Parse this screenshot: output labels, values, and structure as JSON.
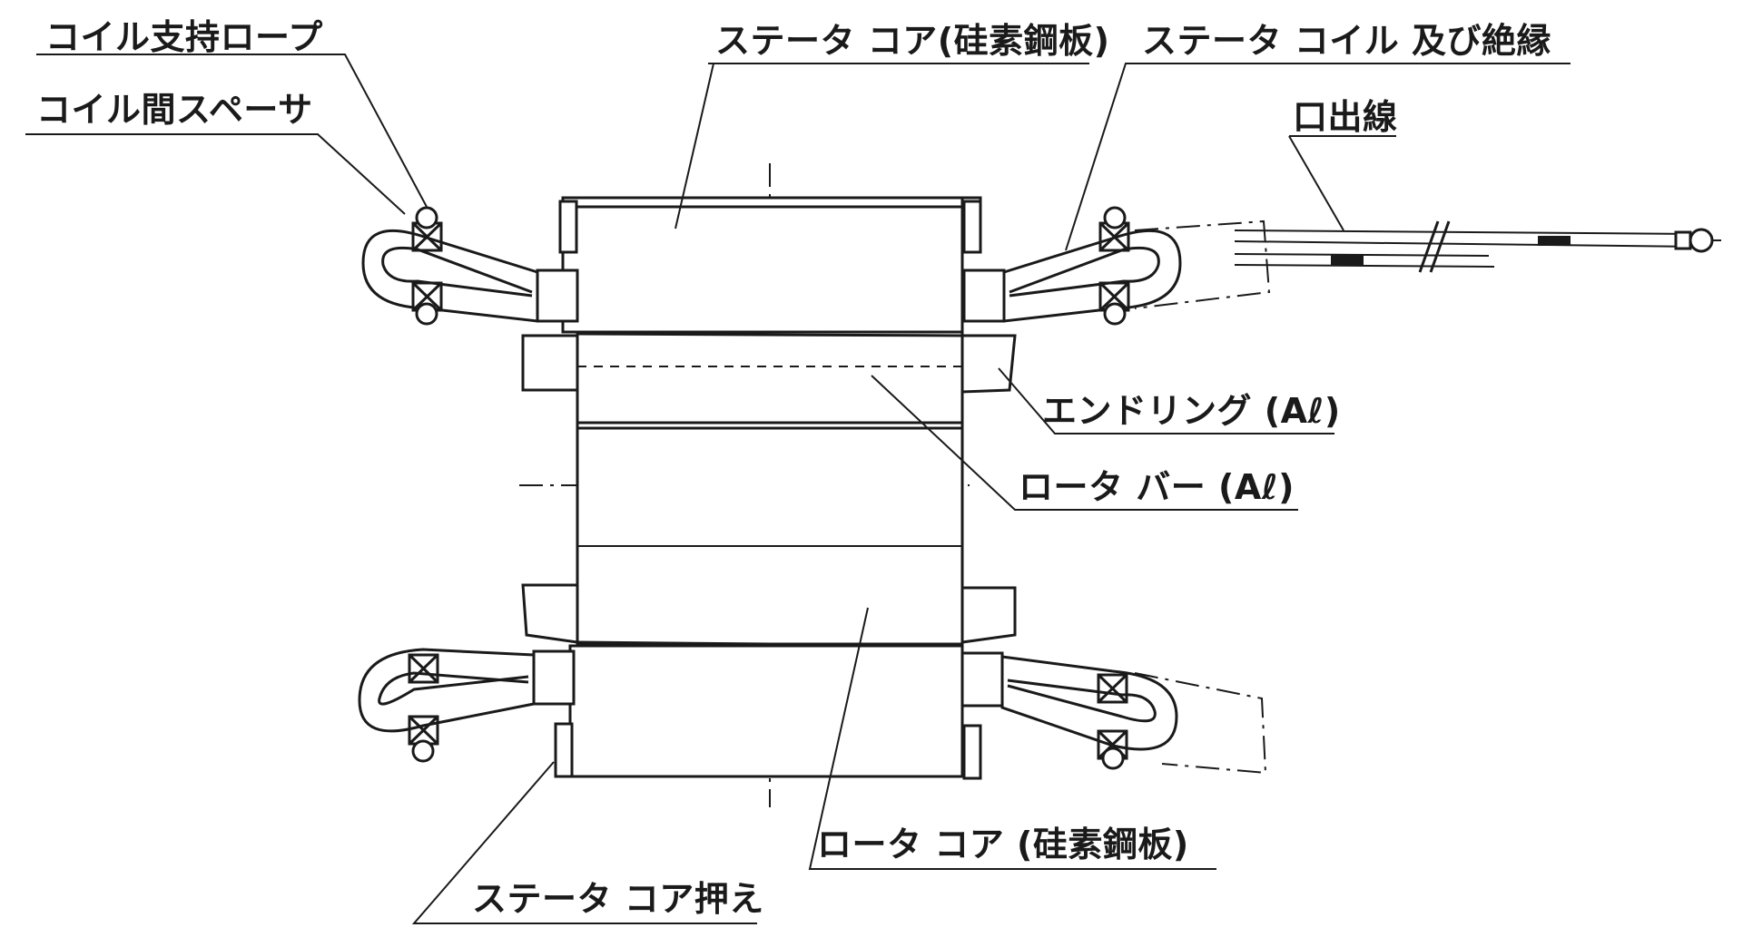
{
  "labels": {
    "coil_support_rope": "コイル支持ロープ",
    "coil_spacer": "コイル間スペーサ",
    "stator_core": "ステータ コア(硅素鋼板)",
    "stator_coil": "ステータ コイル 及び絶縁",
    "lead_wire": "口出線",
    "end_ring": "エンドリング (Aℓ)",
    "rotor_bar": "ロータ バー (Aℓ)",
    "rotor_core": "ロータ コア (硅素鋼板)",
    "stator_core_clamp": "ステータ コア押え"
  },
  "colors": {
    "line": "#1a1a1a",
    "background": "#ffffff"
  }
}
